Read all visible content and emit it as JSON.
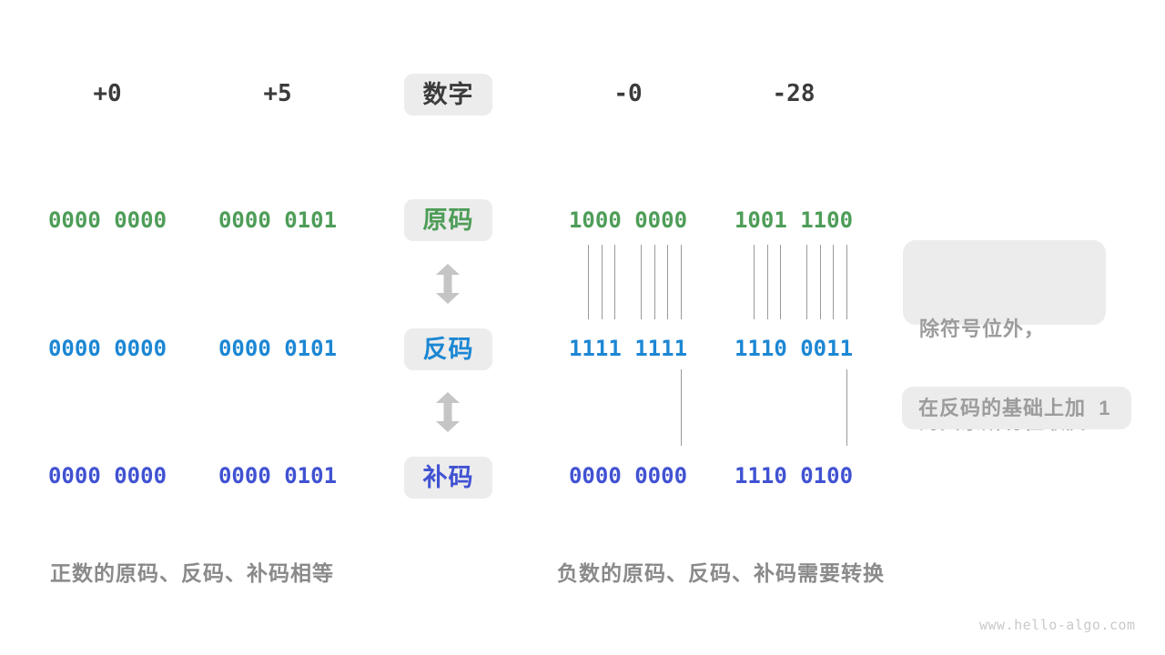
{
  "colors": {
    "sign_magnitude_green": "#4E9D58",
    "ones_complement_azure": "#1C87D4",
    "twos_complement_indigo": "#4052D2",
    "tag_background": "#ECECEC",
    "header_text": "#3B3B3B",
    "note_text": "#9C9C9C",
    "caption_text": "#8A8A8A",
    "line_gray": "#9A9A9A",
    "arrow_gray": "#C5C5C5",
    "watermark_gray": "#C9C9C9"
  },
  "header": {
    "label": "数字",
    "numbers": [
      "+0",
      "+5",
      "-0",
      "-28"
    ]
  },
  "rows": [
    {
      "key": "sign-magnitude",
      "label": "原码",
      "values": [
        "0000 0000",
        "0000 0101",
        "1000 0000",
        "1001 1100"
      ]
    },
    {
      "key": "ones-complement",
      "label": "反码",
      "values": [
        "0000 0000",
        "0000 0101",
        "1111 1111",
        "1110 0011"
      ]
    },
    {
      "key": "twos-complement",
      "label": "补码",
      "values": [
        "0000 0000",
        "0000 0101",
        "0000 0000",
        "1110 0100"
      ]
    }
  ],
  "annotations": {
    "invert_line1": "除符号位外，",
    "invert_line2": "对其余所有位取反",
    "add_one": "在反码的基础上加  1"
  },
  "captions": {
    "positive": "正数的原码、反码、补码相等",
    "negative": "负数的原码、反码、补码需要转换"
  },
  "watermark": "www.hello-algo.com"
}
